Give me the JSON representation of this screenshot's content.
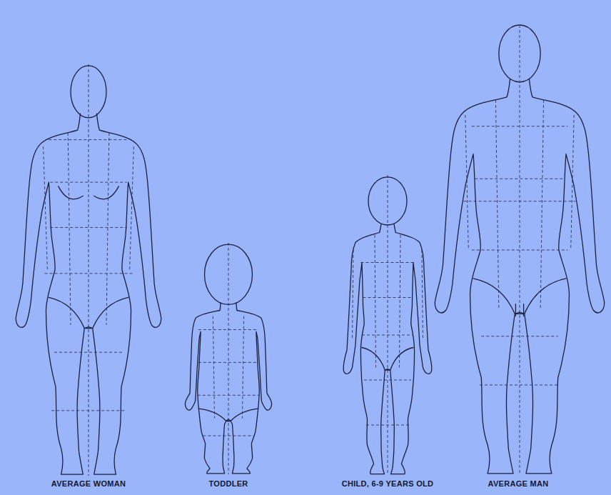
{
  "diagram": {
    "labels": [
      "AVERAGE WOMAN",
      "TODDLER",
      "CHILD, 6-9 YEARS OLD",
      "AVERAGE MAN"
    ]
  }
}
